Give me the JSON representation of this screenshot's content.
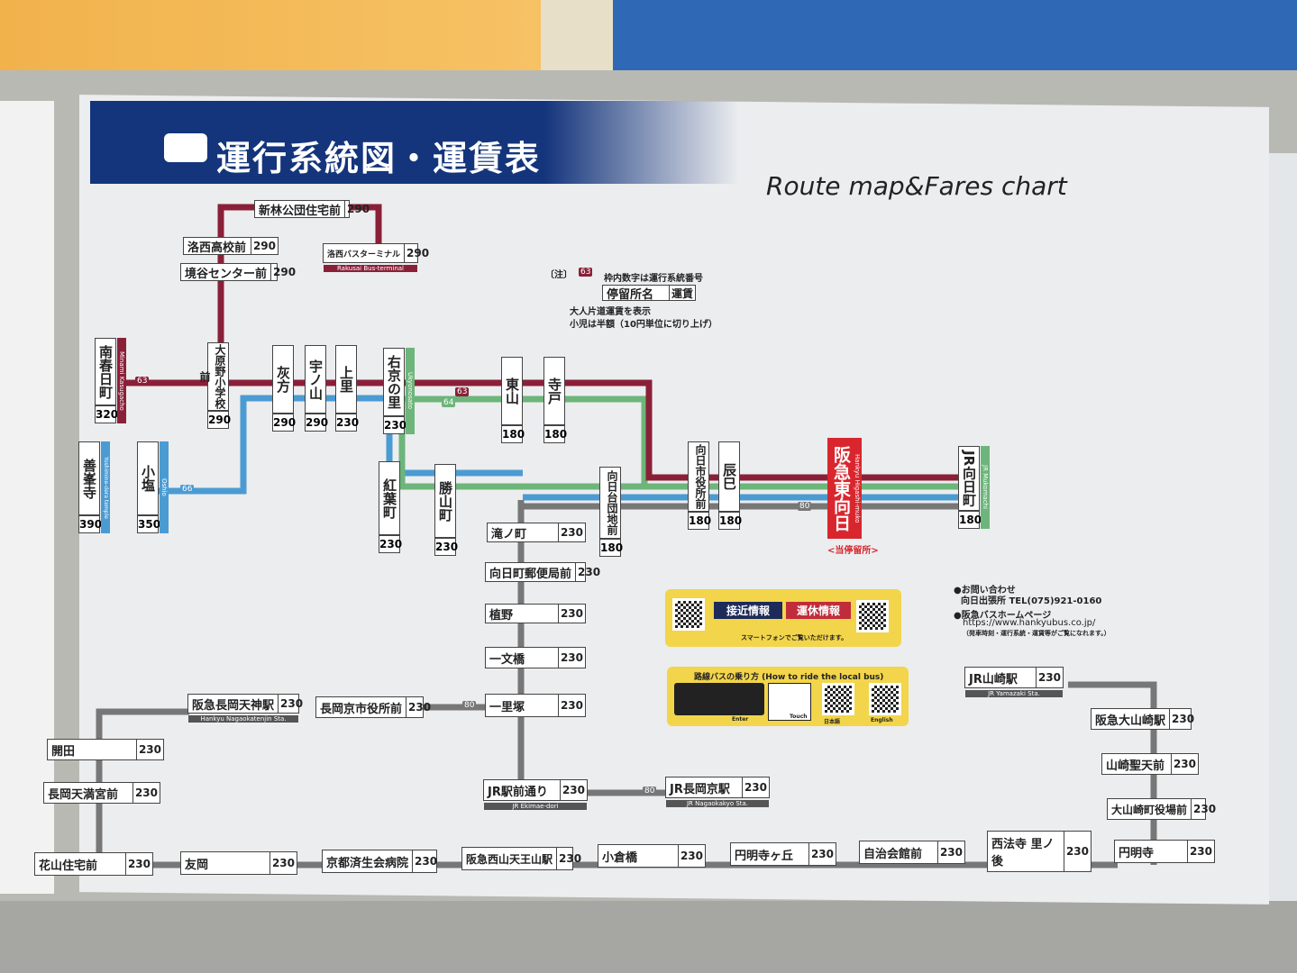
{
  "header": {
    "title": "運行系統図・運賃表",
    "subtitle": "Route map&Fares chart"
  },
  "legend": {
    "label": "〔注〕",
    "route_sample": "63",
    "route_desc": "枠内数字は運行系統番号",
    "stop_name": "停留所名",
    "fare": "運賃",
    "adult": "大人片道運賃を表示",
    "child": "小児は半額（10円単位に切り上げ）"
  },
  "routes": {
    "r63": "63",
    "r64": "64",
    "r66": "66",
    "r80": "80"
  },
  "colors": {
    "r63": "#8a2038",
    "r64": "#6db57a",
    "r66": "#4b9bd3",
    "r80": "#777777",
    "header": "#14357c"
  },
  "stations": [
    {
      "name": "新林公団住宅前",
      "fare": "290"
    },
    {
      "name": "洛西高校前",
      "fare": "290"
    },
    {
      "name": "境谷センター前",
      "fare": "290"
    },
    {
      "name": "洛西バスターミナル",
      "fare": "290",
      "sub": "Rakusai Bus-terminal"
    },
    {
      "name": "南春日町",
      "fare": "320",
      "sub": "Minami Kasugacho"
    },
    {
      "name": "大原野小学校前",
      "fare": "290"
    },
    {
      "name": "灰方",
      "fare": "290"
    },
    {
      "name": "宇ノ山",
      "fare": "290"
    },
    {
      "name": "上里",
      "fare": "230"
    },
    {
      "name": "右京の里",
      "fare": "230",
      "sub": "Ukyonosato"
    },
    {
      "name": "東山",
      "fare": "180"
    },
    {
      "name": "寺戸",
      "fare": "180"
    },
    {
      "name": "善峯寺",
      "fare": "390",
      "sub": "Yoshimine-dera temple"
    },
    {
      "name": "小塩",
      "fare": "350",
      "sub": "Oshio"
    },
    {
      "name": "紅葉町",
      "fare": "230"
    },
    {
      "name": "勝山町",
      "fare": "230"
    },
    {
      "name": "向日台団地前",
      "fare": "180"
    },
    {
      "name": "向日市役所前",
      "fare": "180"
    },
    {
      "name": "辰巳",
      "fare": "180"
    },
    {
      "name": "阪急東向日",
      "sub": "Hankyu Higashi-muko",
      "current": "<当停留所>"
    },
    {
      "name": "JR向日町",
      "fare": "180",
      "sub": "JR Mukomachi"
    },
    {
      "name": "滝ノ町",
      "fare": "230"
    },
    {
      "name": "向日町郵便局前",
      "fare": "230"
    },
    {
      "name": "植野",
      "fare": "230"
    },
    {
      "name": "一文橋",
      "fare": "230"
    },
    {
      "name": "一里塚",
      "fare": "230"
    },
    {
      "name": "JR駅前通り",
      "fare": "230",
      "sub": "JR Ekimae-dori"
    },
    {
      "name": "JR長岡京駅",
      "fare": "230",
      "sub": "JR Nagaokakyo Sta."
    },
    {
      "name": "阪急長岡天神駅",
      "fare": "230",
      "sub": "Hankyu Nagaokatenjin Sta."
    },
    {
      "name": "長岡京市役所前",
      "fare": "230"
    },
    {
      "name": "開田",
      "fare": "230"
    },
    {
      "name": "長岡天満宮前",
      "fare": "230"
    },
    {
      "name": "花山住宅前",
      "fare": "230"
    },
    {
      "name": "友岡",
      "fare": "230"
    },
    {
      "name": "京都済生会病院",
      "fare": "230"
    },
    {
      "name": "阪急西山天王山駅",
      "fare": "230"
    },
    {
      "name": "小倉橋",
      "fare": "230"
    },
    {
      "name": "円明寺ヶ丘",
      "fare": "230"
    },
    {
      "name": "自治会館前",
      "fare": "230"
    },
    {
      "name": "西法寺 里ノ後",
      "fare": "230"
    },
    {
      "name": "円明寺",
      "fare": "230"
    },
    {
      "name": "JR山崎駅",
      "fare": "230",
      "sub": "JR Yamazaki Sta."
    },
    {
      "name": "阪急大山崎駅",
      "fare": "230"
    },
    {
      "name": "山崎聖天前",
      "fare": "230"
    },
    {
      "name": "大山崎町役場前",
      "fare": "230"
    }
  ],
  "contact": {
    "inquiry": "●お問い合わせ",
    "office": "向日出張所 TEL(075)921-0160",
    "homepage": "●阪急バスホームページ",
    "url": "https://www.hankyubus.co.jp/",
    "url_note": "（発車時刻・運行系統・運賃等がご覧になれます。）"
  },
  "info_box": {
    "approach": "接近情報",
    "suspension": "運休情報",
    "smartphone": "スマートフォンでご覧いただけます。"
  },
  "ride_box": {
    "title": "路線バスの乗り方 (How to ride the local bus)",
    "enter": "Enter",
    "touch": "Touch",
    "japanese": "日本語",
    "english": "English"
  }
}
